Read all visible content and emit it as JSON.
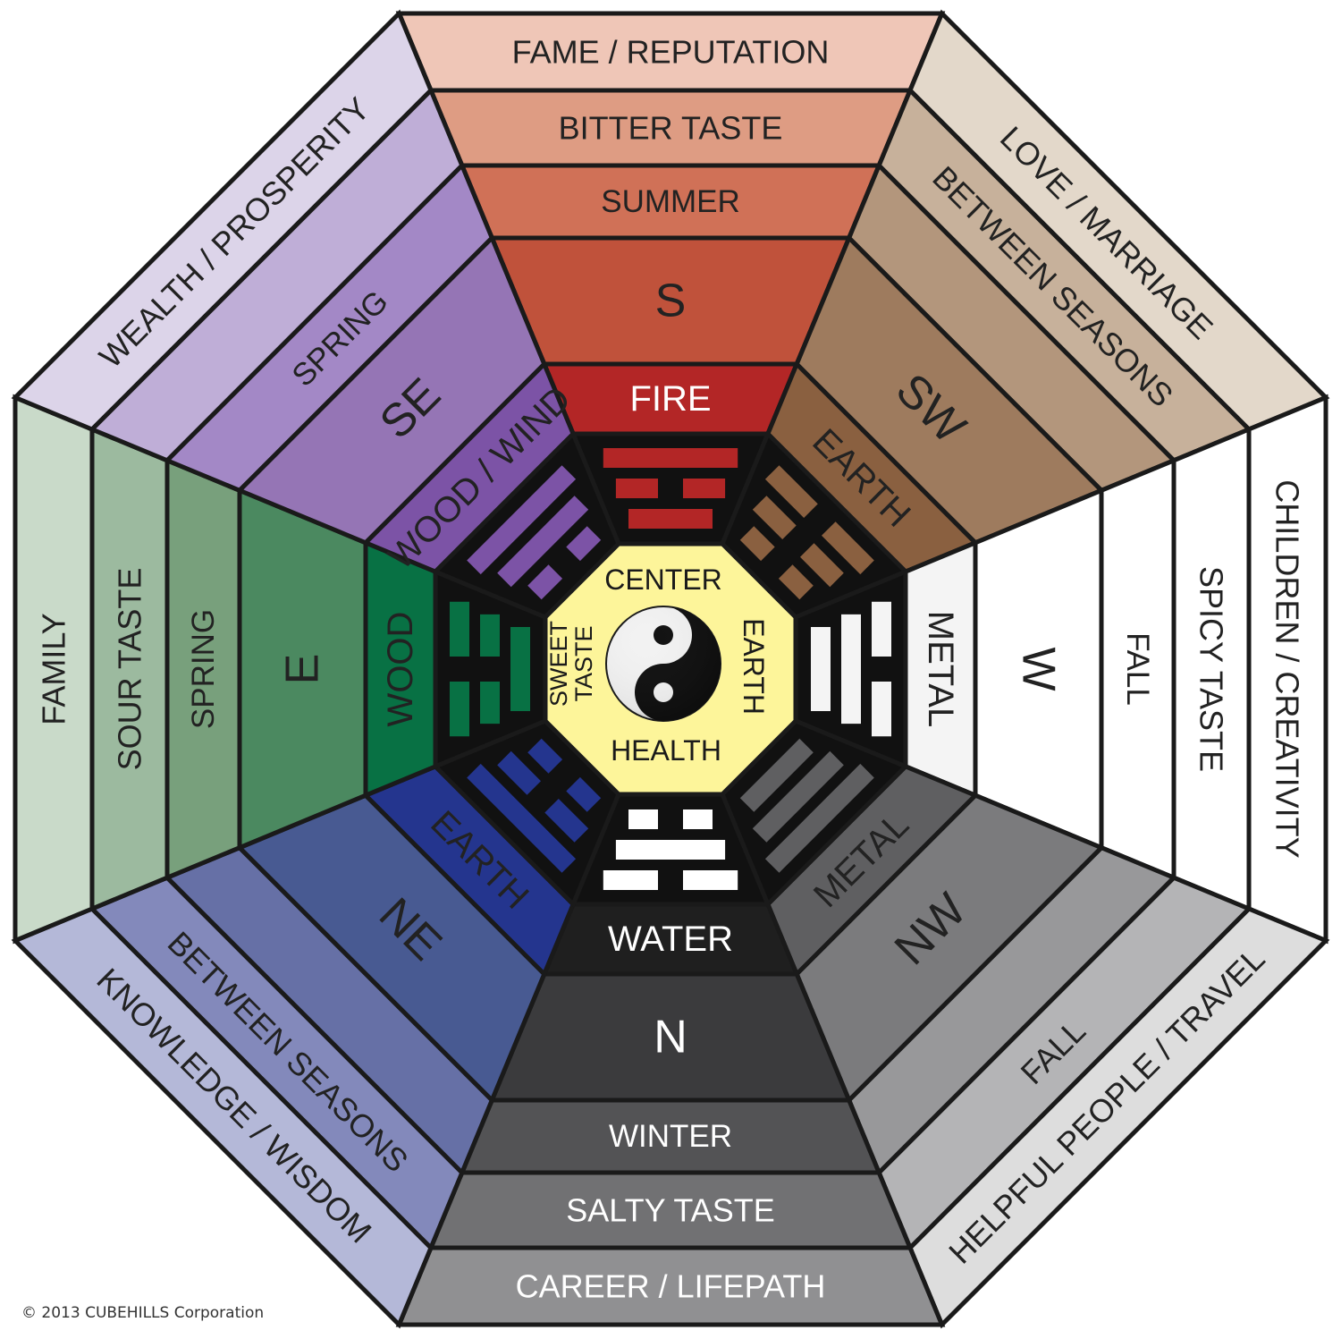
{
  "sectors": [
    {
      "id": "s",
      "labels": [
        "FAME / REPUTATION",
        "BITTER TASTE",
        "SUMMER",
        "S",
        "FIRE"
      ],
      "fills": [
        "#efc6b7",
        "#de9c83",
        "#d07157",
        "#c0523b",
        "#b32626"
      ],
      "text_colors": [
        "#222222",
        "#222222",
        "#222222",
        "#222222",
        "#ffffff"
      ],
      "trigram": {
        "fill": "#b32626",
        "lines": [
          1,
          0,
          1
        ]
      }
    },
    {
      "id": "sw",
      "labels": [
        "LOVE / MARRIAGE",
        "BETWEEN SEASONS",
        "",
        "SW",
        "EARTH"
      ],
      "fills": [
        "#e3d8ca",
        "#c7b19b",
        "#b3967c",
        "#9e7b5e",
        "#8a6040"
      ],
      "text_colors": [
        "#222222",
        "#222222",
        "#222222",
        "#222222",
        "#222222"
      ],
      "trigram": {
        "fill": "#8a6040",
        "lines": [
          0,
          0,
          0
        ]
      }
    },
    {
      "id": "w",
      "labels": [
        "CHILDREN / CREATIVITY",
        "SPICY TASTE",
        "FALL",
        "W",
        "METAL"
      ],
      "fills": [
        "#ffffff",
        "#ffffff",
        "#ffffff",
        "#ffffff",
        "#f4f4f4"
      ],
      "text_colors": [
        "#222222",
        "#222222",
        "#222222",
        "#222222",
        "#222222"
      ],
      "trigram": {
        "fill": "#f4f4f4",
        "lines": [
          0,
          1,
          1
        ]
      }
    },
    {
      "id": "nw",
      "labels": [
        "HELPFUL PEOPLE / TRAVEL",
        "FALL",
        "",
        "NW",
        "METAL"
      ],
      "fills": [
        "#dddddd",
        "#b4b4b6",
        "#98989a",
        "#7b7b7d",
        "#5f5f61"
      ],
      "text_colors": [
        "#222222",
        "#222222",
        "#222222",
        "#222222",
        "#222222"
      ],
      "trigram": {
        "fill": "#5f5f61",
        "lines": [
          1,
          1,
          1
        ]
      }
    },
    {
      "id": "n",
      "labels": [
        "CAREER / LIFEPATH",
        "SALTY TASTE",
        "WINTER",
        "N",
        "WATER"
      ],
      "fills": [
        "#909092",
        "#717173",
        "#535355",
        "#3b3b3d",
        "#1f1f1f"
      ],
      "text_colors": [
        "#ffffff",
        "#ffffff",
        "#ffffff",
        "#ffffff",
        "#ffffff"
      ],
      "trigram": {
        "fill": "#ffffff",
        "lines": [
          0,
          1,
          0
        ]
      }
    },
    {
      "id": "ne",
      "labels": [
        "KNOWLEDGE / WISDOM",
        "BETWEEN SEASONS",
        "",
        "NE",
        "EARTH"
      ],
      "fills": [
        "#b4b8d8",
        "#8389bb",
        "#6670a6",
        "#485a92",
        "#24358e"
      ],
      "text_colors": [
        "#222222",
        "#222222",
        "#222222",
        "#222222",
        "#222222"
      ],
      "trigram": {
        "fill": "#24358e",
        "lines": [
          1,
          0,
          0
        ]
      }
    },
    {
      "id": "e",
      "labels": [
        "FAMILY",
        "SOUR TASTE",
        "SPRING",
        "E",
        "WOOD"
      ],
      "fills": [
        "#c9dac9",
        "#9cba9f",
        "#78a07c",
        "#4b8960",
        "#087144"
      ],
      "text_colors": [
        "#222222",
        "#222222",
        "#222222",
        "#222222",
        "#222222"
      ],
      "trigram": {
        "fill": "#087144",
        "lines": [
          0,
          0,
          1
        ]
      }
    },
    {
      "id": "se",
      "labels": [
        "WEALTH / PROSPERITY",
        "",
        "SPRING",
        "SE",
        "WOOD / WIND"
      ],
      "fills": [
        "#dcd4e9",
        "#bfaed7",
        "#a388c6",
        "#9575b5",
        "#7c53a6"
      ],
      "text_colors": [
        "#222222",
        "#222222",
        "#222222",
        "#222222",
        "#222222"
      ],
      "trigram": {
        "fill": "#7c53a6",
        "lines": [
          1,
          1,
          0
        ]
      }
    }
  ],
  "center": {
    "fill": "#fdf59a",
    "labels": {
      "top": "CENTER",
      "right": "EARTH",
      "bottom": "HEALTH",
      "left_line1": "SWEET",
      "left_line2": "TASTE"
    }
  },
  "copyright": "© 2013 CUBEHILLS Corporation"
}
